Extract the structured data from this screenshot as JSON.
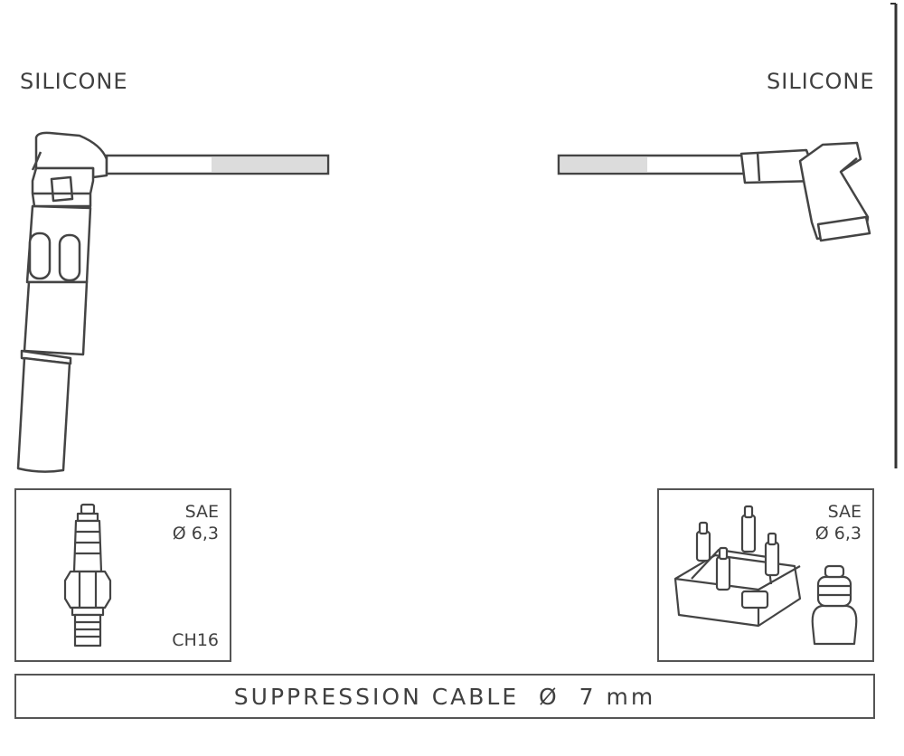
{
  "left_end": {
    "material_label": "SILICONE"
  },
  "right_end": {
    "material_label": "SILICONE"
  },
  "left_terminal": {
    "standard": "SAE",
    "diameter": "Ø 6,3",
    "code": "CH16"
  },
  "right_terminal": {
    "standard": "SAE",
    "diameter": "Ø 6,3"
  },
  "cable": {
    "description": "SUPPRESSION CABLE  Ø  7 mm"
  }
}
